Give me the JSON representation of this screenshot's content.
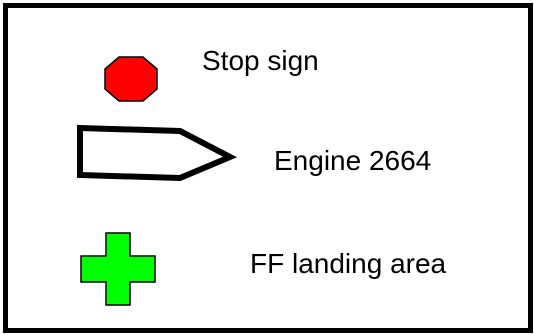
{
  "legend": {
    "items": [
      {
        "symbol": "stop-sign-icon",
        "label": "Stop sign",
        "color": "#ff0000"
      },
      {
        "symbol": "engine-arrow-icon",
        "label": "Engine 2664",
        "color": "#ffffff"
      },
      {
        "symbol": "green-cross-icon",
        "label": "FF landing area",
        "color": "#00ff00"
      }
    ]
  }
}
